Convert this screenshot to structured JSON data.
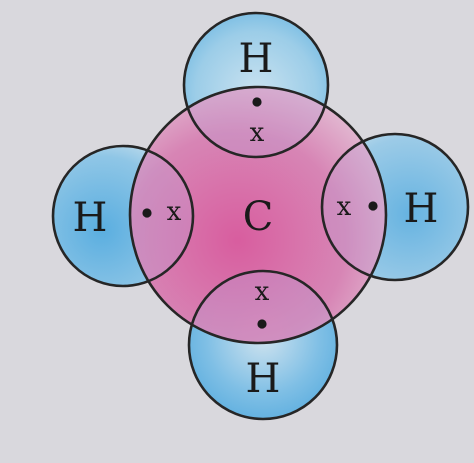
{
  "diagram": {
    "central_atom": {
      "symbol": "C"
    },
    "bonded_atoms": [
      {
        "symbol": "H",
        "position": "top"
      },
      {
        "symbol": "H",
        "position": "left"
      },
      {
        "symbol": "H",
        "position": "right"
      },
      {
        "symbol": "H",
        "position": "bottom"
      }
    ],
    "electron_marks": {
      "hydrogen_electron": "•",
      "carbon_electron": "x"
    },
    "colors": {
      "background": "#d9d8dd",
      "carbon_shell": "#d24f93",
      "hydrogen_shell": "#4da8dc",
      "outline": "#262626"
    }
  }
}
